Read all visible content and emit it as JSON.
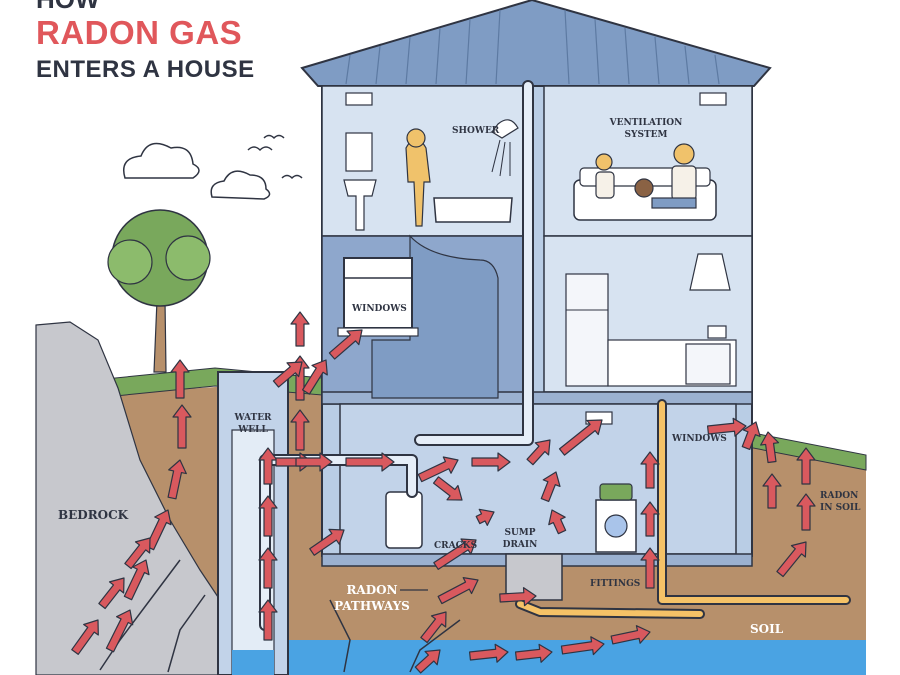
{
  "title": {
    "line1": "HOW",
    "line2": "RADON GAS",
    "line3": "ENTERS A HOUSE"
  },
  "labels": {
    "shower": "SHOWER",
    "ventilation_line1": "VENTILATION",
    "ventilation_line2": "SYSTEM",
    "windows_upper": "WINDOWS",
    "windows_basement": "WINDOWS",
    "water_well_line1": "WATER",
    "water_well_line2": "WELL",
    "bedrock": "BEDROCK",
    "cracks": "CRACKS",
    "sump_line1": "SUMP",
    "sump_line2": "DRAIN",
    "radon_pathways_line1": "RADON",
    "radon_pathways_line2": "PATHWAYS",
    "fittings": "FITTINGS",
    "soil": "SOIL",
    "radon_soil_line1": "RADON",
    "radon_soil_line2": "IN SOIL"
  },
  "colors": {
    "accent_red": "#e0575b",
    "title_dark": "#2f3442",
    "house_blue": "#b9cde5",
    "soil_brown": "#b7906b",
    "grass_green": "#79a85c",
    "water_blue": "#4aa3e3"
  }
}
